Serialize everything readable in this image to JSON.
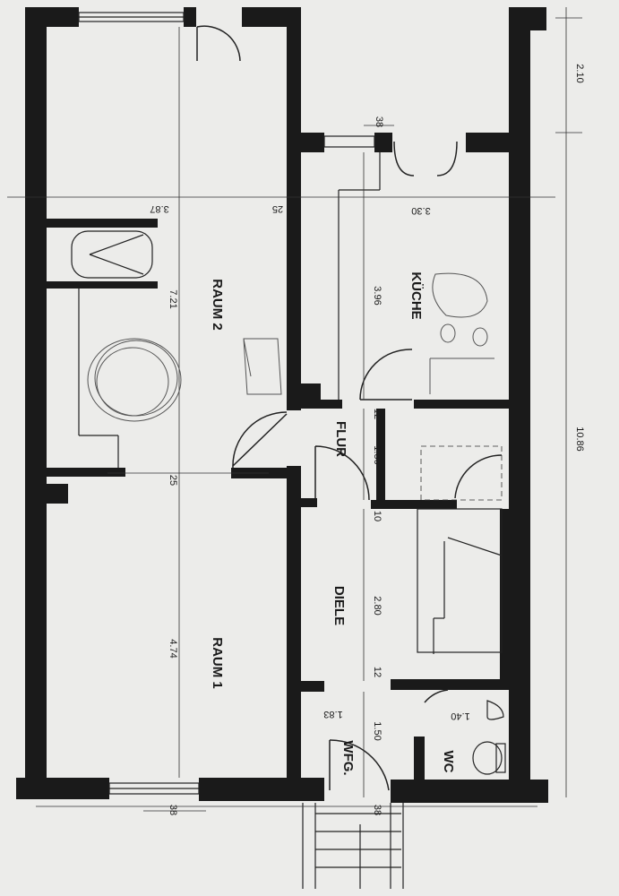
{
  "rooms": {
    "raum2": "RAUM 2",
    "raum1": "RAUM 1",
    "kueche": "KÜCHE",
    "flur": "FLUR",
    "diele": "DIELE",
    "wfg": "WFG.",
    "wc": "WC"
  },
  "dimensions": {
    "d_2_10": "2.10",
    "d_10_86": "10.86",
    "d_3_87": "3.87",
    "d_25_top": "25",
    "d_3_30": "3.30",
    "d_38_top": "38",
    "d_7_21": "7.21",
    "d_3_96": "3.96",
    "d_12_a": "12",
    "d_1_50_a": "1.50",
    "d_25_mid": "25",
    "d_10": "10",
    "d_4_74": "4.74",
    "d_2_80": "2.80",
    "d_12_b": "12",
    "d_1_83": "1.83",
    "d_1_50_b": "1.50",
    "d_1_40": "1.40",
    "d_38_left": "38",
    "d_38_bottom": "38"
  },
  "colors": {
    "wall": "#1a1a1a",
    "paper": "#ececea"
  }
}
